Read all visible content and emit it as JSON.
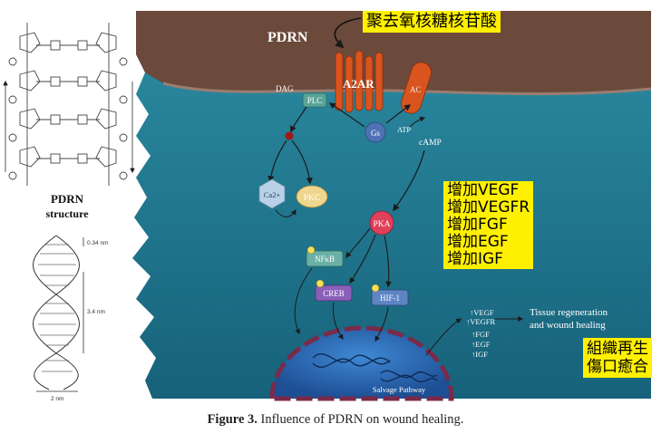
{
  "cn_title": "聚去氧核糖核苷酸",
  "pdrn_label": "PDRN",
  "structure_label": {
    "line1": "PDRN",
    "line2": "structure"
  },
  "helix_measures": {
    "top": "0.34 nm",
    "middle": "3.4 nm",
    "bottom": "2 nm"
  },
  "membrane_labels": {
    "dag": "DAG",
    "plc": "PLC",
    "receptor": "A2AR",
    "ac": "AC",
    "gs": "Gs",
    "atp": "ATP",
    "camp": "cAMP"
  },
  "node_labels": {
    "ca": "Ca2+",
    "pkc": "PKC",
    "pka": "PKA",
    "nfkb": "NFκB",
    "creb": "CREB",
    "hif": "HIF-1"
  },
  "increase_items": [
    "增加VEGF",
    "增加VEGFR",
    "增加FGF",
    "增加EGF",
    "增加IGF"
  ],
  "growth_factors": [
    "↑VEGF",
    "↑VEGFR",
    "↑FGF",
    "↑EGF",
    "↑IGF"
  ],
  "outcome": {
    "line1": "Tissue regeneration",
    "line2": "and wound healing"
  },
  "cn_result": {
    "line1": "組織再生",
    "line2": "傷口癒合"
  },
  "salvage_pathway": "Salvage Pathway",
  "caption": {
    "bold": "Figure 3.",
    "text": " Influence of PDRN on wound healing."
  },
  "colors": {
    "membrane": "#6b4a3c",
    "cytoplasm": "#1f7a90",
    "nucleus": "#2f6fb8",
    "highlight": "#fff000",
    "receptor": "#d9541e",
    "pka": "#e0405a"
  }
}
